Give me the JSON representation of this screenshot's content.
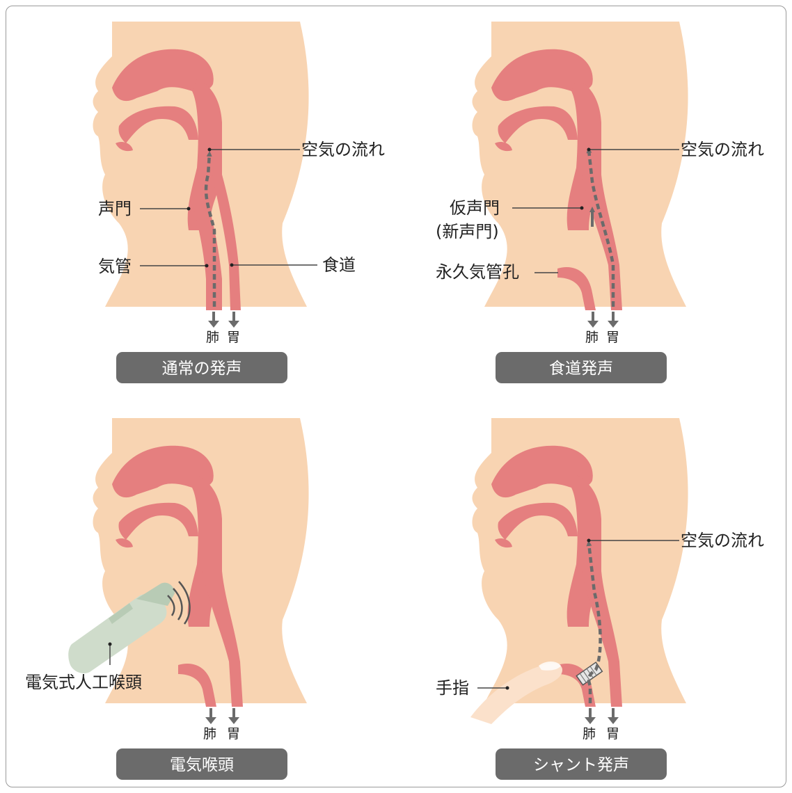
{
  "colors": {
    "skin": "#f8d4b2",
    "tissue": "#e57f7f",
    "arrow": "#6b6b6b",
    "caption_bg": "#6b6b6b",
    "device_body": "#cfdccb"
  },
  "panels": {
    "normal": {
      "caption": "通常の発声",
      "air_flow": "空気の流れ",
      "glottis": "声門",
      "trachea": "気管",
      "esophagus": "食道",
      "lung": "肺",
      "stomach": "胃"
    },
    "esophageal": {
      "caption": "食道発声",
      "air_flow": "空気の流れ",
      "pseudo_glottis": "仮声門",
      "new_glottis": "(新声門)",
      "stoma": "永久気管孔",
      "lung": "肺",
      "stomach": "胃"
    },
    "electrolarynx": {
      "caption": "電気喉頭",
      "device": "電気式人工喉頭",
      "lung": "肺",
      "stomach": "胃"
    },
    "shunt": {
      "caption": "シャント発声",
      "air_flow": "空気の流れ",
      "finger": "手指",
      "lung": "肺",
      "stomach": "胃"
    }
  }
}
